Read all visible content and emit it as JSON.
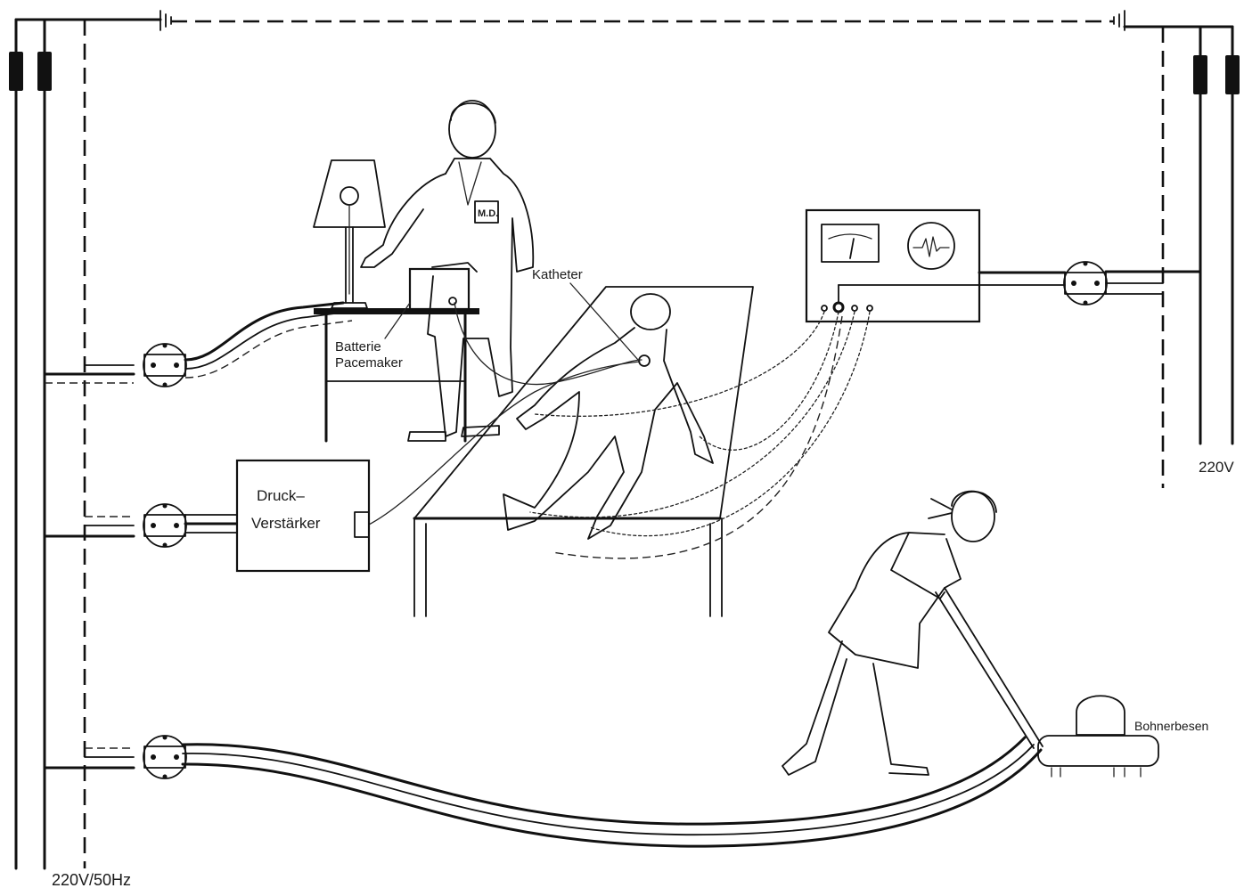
{
  "labels": {
    "supply_left": "220V/50Hz",
    "supply_right": "220V",
    "battery_pacemaker_line1": "Batterie",
    "battery_pacemaker_line2": "Pacemaker",
    "catheter": "Katheter",
    "pressure_amp_line1": "Druck–",
    "pressure_amp_line2": "Verstärker",
    "floor_polisher": "Bohnerbesen",
    "doctor_badge": "M.D."
  },
  "colors": {
    "ink": "#111111",
    "paper": "#ffffff"
  },
  "icons": {
    "fuse": "fuse-icon",
    "ground": "ground-symbol-icon",
    "socket": "wall-socket-icon",
    "meter": "analog-meter-icon",
    "scope": "oscilloscope-icon"
  }
}
